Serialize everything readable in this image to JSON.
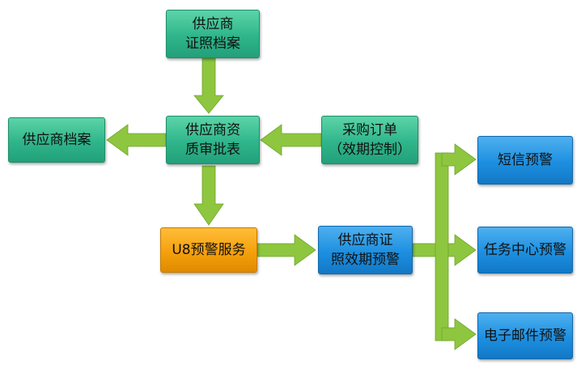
{
  "diagram": {
    "nodes": {
      "supplier_cert_archive": "供应商\n证照档案",
      "supplier_qual_approval": "供应商资\n质审批表",
      "supplier_archive": "供应商档案",
      "purchase_order": "采购订单\n（效期控制）",
      "u8_alert_service": "U8预警服务",
      "supplier_cert_expiry_alert": "供应商证\n照效期预警",
      "sms_alert": "短信预警",
      "task_center_alert": "任务中心预警",
      "email_alert": "电子邮件预警"
    },
    "colors": {
      "green_node": "#2fb58a",
      "orange_node": "#f5a00c",
      "blue_node": "#1d8fe0",
      "arrow": "#8ec63f"
    }
  }
}
